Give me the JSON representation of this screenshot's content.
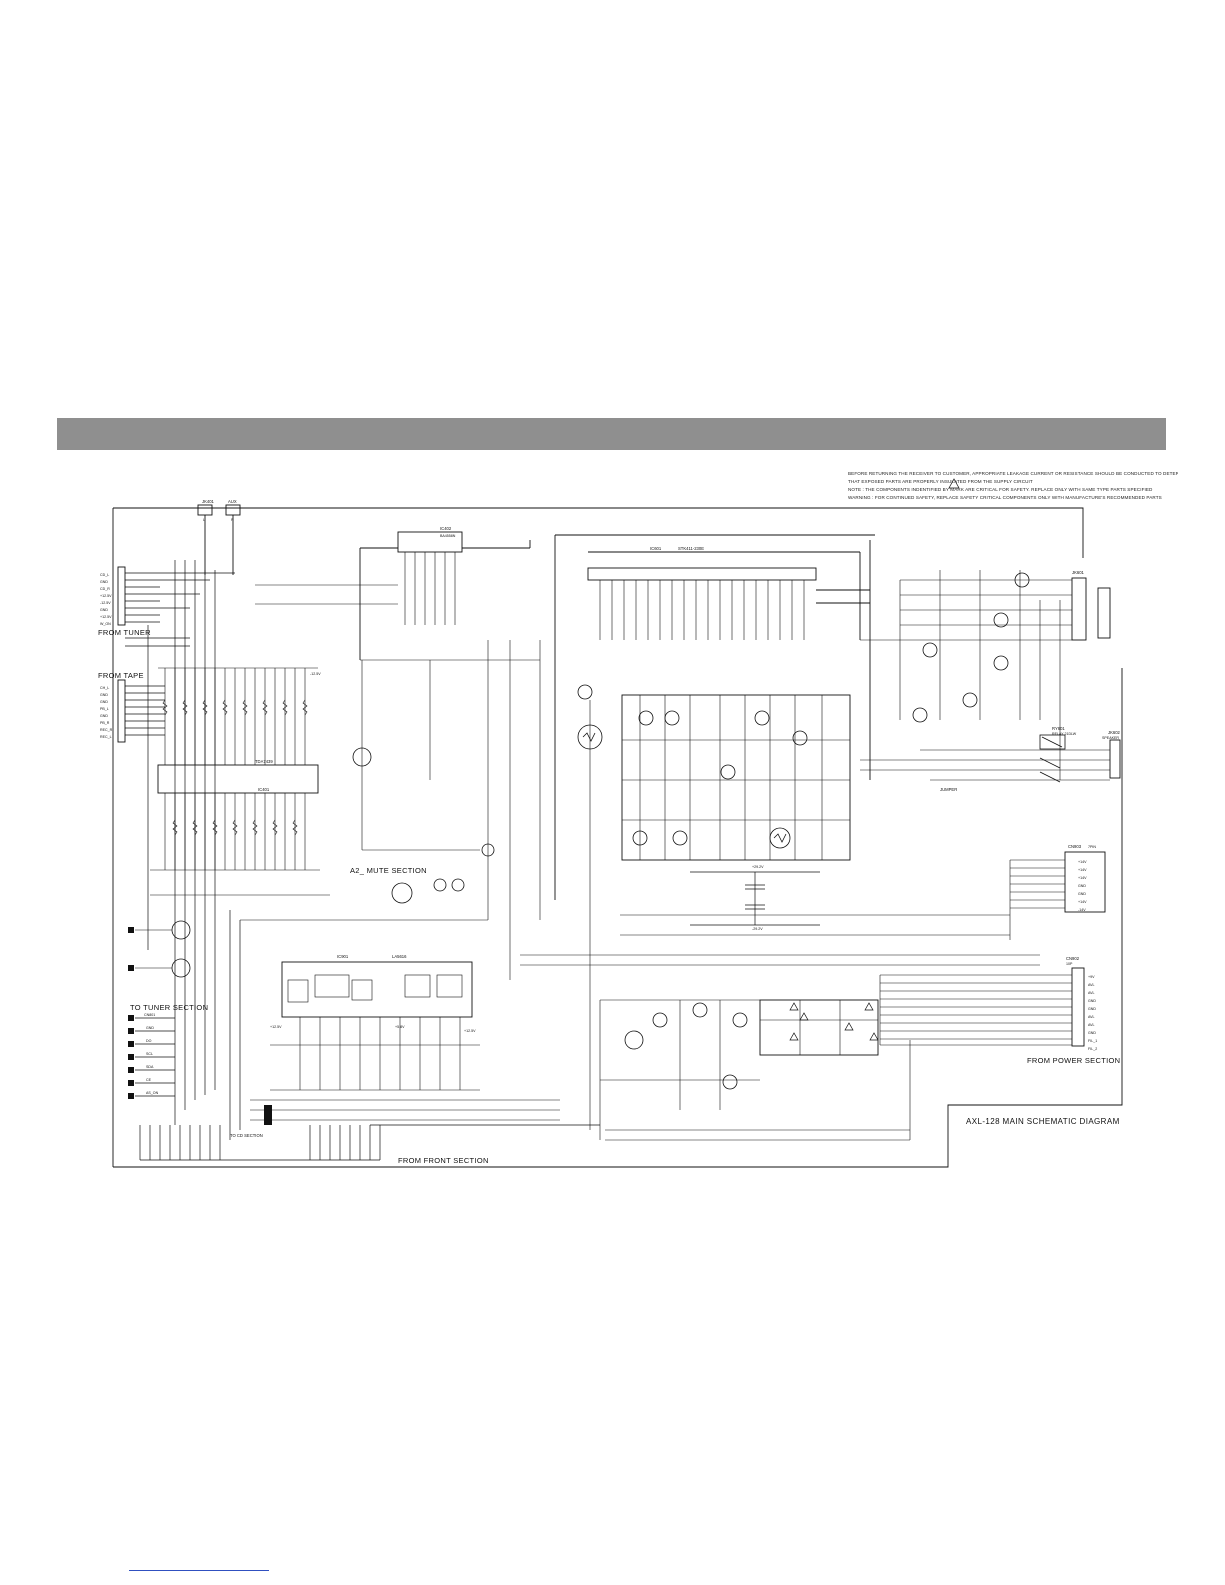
{
  "notes": {
    "line1": "BEFORE RETURNING THE RECEIVER TO CUSTOMER, APPROPRIATE LEAKAGE CURRENT OR RESISTANCE SHOULD BE CONDUCTED TO DETERMINE",
    "line2": "THAT EXPOSED PARTS ARE PROPERLY INSULATED FROM THE SUPPLY CIRCUIT",
    "line3": "NOTE : THE COMPONENTS INDENTIFIED BY MARK      ARE CRITICAL FOR SAFETY. REPLACE ONLY WITH SAME TYPE PARTS SPECIFIED",
    "line4": "WARNING : FOR CONTINUED SAFETY, REPLACE SAFETY CRITICAL COMPONENTS ONLY WITH MANUFACTURE'S RECOMMENDED PARTS"
  },
  "sections": {
    "from_tuner": "FROM TUNER",
    "from_tape": "FROM TAPE",
    "mute": "A2_ MUTE SECTION",
    "to_tuner": "TO TUNER SECTION",
    "from_power": "FROM POWER SECTION",
    "from_front": "FROM FRONT SECTION",
    "to_cd": "TO CD SECTION",
    "jumper": "JUMPER"
  },
  "title": "AXL-128 MAIN SCHEMATIC DIAGRAM",
  "parts": {
    "ic402": "IC402",
    "ic402_part": "BA4558N",
    "ic601": "IC601",
    "ic601_part": "STK411-230E",
    "ic401": "IC401",
    "ic401_part": "TDA7439",
    "ic901": "IC901",
    "ic901_part": "LA5616",
    "relay": "RY601",
    "relay_part": "RELAY 21DLW",
    "jk601": "JK601",
    "jk602": "JK602",
    "jk602_part": "SPEAKER",
    "cn903": "CN903",
    "cn902": "CN902",
    "cn903_pins": "7PIN",
    "cn902_pins": "10P",
    "jk401_l": "L",
    "jk401_r": "R",
    "jk401": "JK401",
    "aux": "AUX"
  },
  "pins": {
    "left_top": [
      "CD_L",
      "GND",
      "CD_R",
      "+12.5V",
      "-12.5V",
      "GND",
      "+12.5V",
      "W_ON"
    ],
    "left_tape": [
      "CH_L",
      "GND",
      "GND",
      "PB_L",
      "GND",
      "PB_R",
      "REC_R",
      "REC_L"
    ],
    "tuner_out": [
      "CN801",
      "GND",
      "DO",
      "SCL",
      "SDA",
      "CE",
      "AS_ON"
    ],
    "power_pins_top": [
      "+14V",
      "+14V",
      "+14V",
      "GND",
      "GND",
      "+14V",
      "-14V"
    ],
    "power_pins_bottom": [
      "+9V",
      "AVL",
      "AVL",
      "GND",
      "GND",
      "AVL",
      "AVL",
      "GND",
      "FIL_1",
      "FIL_2"
    ]
  },
  "voltages": {
    "v1": "+12.5V",
    "v2": "-12.5V",
    "v3": "+29.2V",
    "v4": "-29.2V",
    "v5": "+5.8V",
    "v6": "+12.5V"
  }
}
